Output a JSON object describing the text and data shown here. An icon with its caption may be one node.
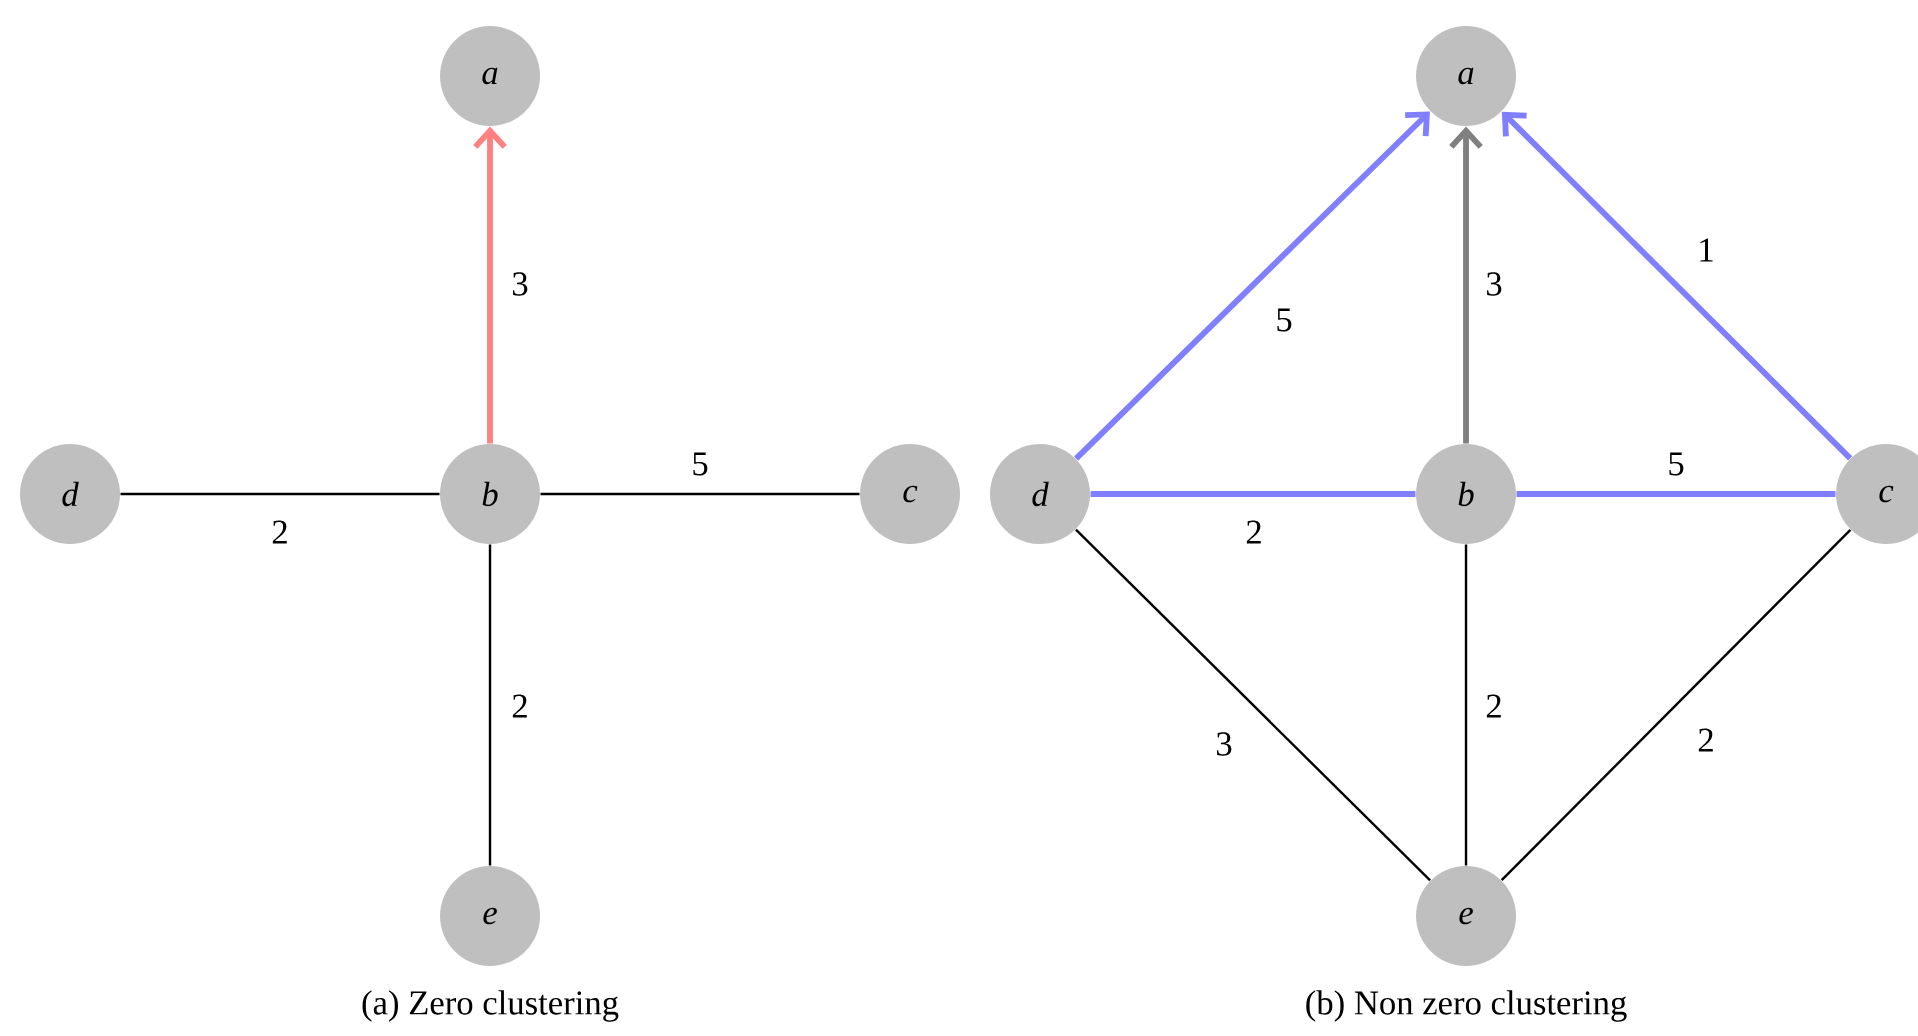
{
  "diagram": {
    "nodes": [
      {
        "text": [
          "a"
        ]
      },
      {
        "text": [
          "d"
        ]
      },
      {
        "text": [
          "b"
        ]
      },
      {
        "text": [
          "c"
        ]
      },
      {
        "text": [
          "e"
        ]
      },
      {
        "text": [
          "a"
        ]
      },
      {
        "text": [
          "d"
        ]
      },
      {
        "text": [
          "b"
        ]
      },
      {
        "text": [
          "c"
        ]
      },
      {
        "text": [
          "e"
        ]
      }
    ],
    "edges": [
      {
        "from": 2,
        "to": 0,
        "arrow": "to",
        "label": "3",
        "style": "thick",
        "color": "#ff8080"
      },
      {
        "from": 1,
        "to": 2,
        "arrow": "none",
        "label": "2"
      },
      {
        "from": 2,
        "to": 3,
        "arrow": "none",
        "label": "5"
      },
      {
        "from": 2,
        "to": 4,
        "arrow": "none",
        "label": "2"
      },
      {
        "from": 6,
        "to": 5,
        "arrow": "to",
        "label": "5",
        "style": "thick",
        "color": "#8080ff"
      },
      {
        "from": 7,
        "to": 5,
        "arrow": "to",
        "label": "3",
        "style": "thick",
        "color": "#808080"
      },
      {
        "from": 8,
        "to": 5,
        "arrow": "to",
        "label": "1",
        "style": "thick",
        "color": "#8080ff"
      },
      {
        "from": 6,
        "to": 7,
        "arrow": "none",
        "label": "2",
        "style": "thick",
        "color": "#8080ff"
      },
      {
        "from": 7,
        "to": 8,
        "arrow": "none",
        "label": "5",
        "style": "thick",
        "color": "#8080ff"
      },
      {
        "from": 6,
        "to": 9,
        "arrow": "none",
        "label": "3"
      },
      {
        "from": 7,
        "to": 9,
        "arrow": "none",
        "label": "2"
      },
      {
        "from": 8,
        "to": 9,
        "arrow": "none",
        "label": "2"
      }
    ],
    "labels": [
      "(a) Zero clustering",
      "(b) Non zero clustering"
    ]
  }
}
